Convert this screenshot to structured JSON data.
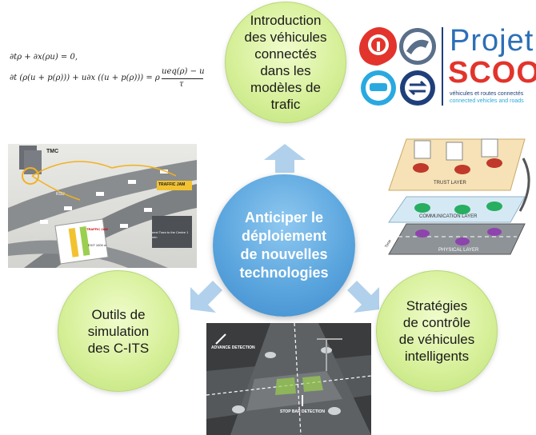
{
  "center": {
    "text": "Anticiper le\ndéploiement\nde nouvelles\ntechnologies"
  },
  "top": {
    "text": "Introduction\ndes véhicules\nconnectés\ndans les\nmodèles de\ntrafic"
  },
  "left": {
    "text": "Outils de\nsimulation\ndes C-ITS"
  },
  "right": {
    "text": "Stratégies\nde contrôle\nde véhicules\nintelligents"
  },
  "equations": {
    "eq1": "∂tρ + ∂x(ρu) = 0,",
    "eq2_left": "∂t (ρ(u + p(ρ))) + u∂x ((u + p(ρ))) = ρ",
    "eq2_num": "ueq(ρ) − u",
    "eq2_den": "τ"
  },
  "logo": {
    "title1": "Projet",
    "title2": "SCOOP",
    "subtitle1": "véhicules et routes connectés",
    "subtitle2": "connected vehicles and roads",
    "colors": {
      "red": "#e2342c",
      "blue": "#2d6fb7",
      "cyan": "#29a9e0",
      "navy": "#1e3f7a"
    }
  },
  "traffic_image": {
    "tmc": "TMC",
    "rsu": "RSU",
    "traffic_jam": "TRAFFIC JAM",
    "sign": "next Tram to the Centre 1 min",
    "warning": "TRAFFIC JAM",
    "exit": "EXIT 1000 m"
  },
  "layers_image": {
    "trust": "TRUST LAYER",
    "communication": "COMMUNICATION LAYER",
    "physical": "PHYSICAL LAYER",
    "time": "Time"
  },
  "intersection_image": {
    "advance": "ADVANCE DETECTION",
    "stopbar": "STOP BAR DETECTION"
  }
}
